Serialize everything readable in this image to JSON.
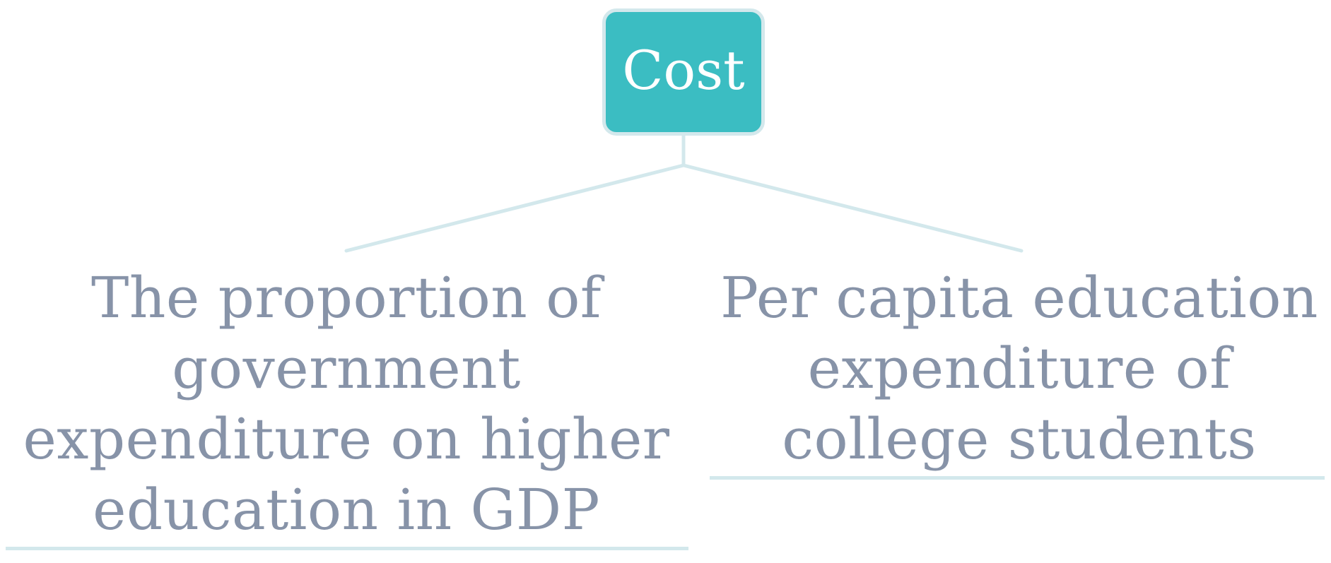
{
  "root": {
    "label": "Cost"
  },
  "children": [
    {
      "label": "The proportion of government expenditure on higher education in GDP"
    },
    {
      "label": "Per capita education expenditure of college students"
    }
  ],
  "colors": {
    "root_fill": "#3bbdc2",
    "root_border": "#d3e8ec",
    "root_text": "#ffffff",
    "leaf_text": "#8793a8",
    "connector": "#d3e8ec"
  }
}
